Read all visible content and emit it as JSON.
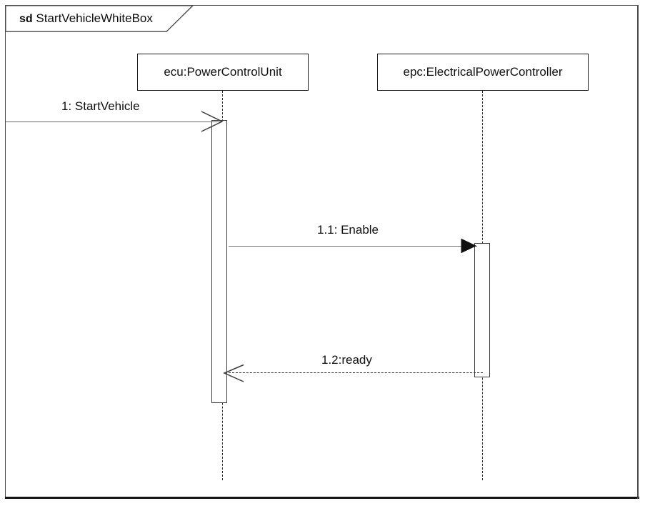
{
  "diagram": {
    "type": "uml-sequence-diagram",
    "frame": {
      "keyword": "sd",
      "name": "StartVehicleWhiteBox"
    },
    "lifelines": [
      {
        "id": "ecu",
        "label": "ecu:PowerControlUnit"
      },
      {
        "id": "epc",
        "label": "epc:ElectricalPowerController"
      }
    ],
    "messages": [
      {
        "id": "m1",
        "label": "1: StartVehicle",
        "sequence": "1",
        "name": "StartVehicle",
        "from": "frame-gate",
        "to": "ecu",
        "style": "solid",
        "arrowhead": "open",
        "direction": "right"
      },
      {
        "id": "m11",
        "label": "1.1: Enable",
        "sequence": "1.1",
        "name": "Enable",
        "from": "ecu",
        "to": "epc",
        "style": "solid",
        "arrowhead": "filled",
        "direction": "right"
      },
      {
        "id": "m12",
        "label": "1.2:ready",
        "sequence": "1.2",
        "name": "ready",
        "from": "epc",
        "to": "ecu",
        "style": "dashed",
        "arrowhead": "open",
        "direction": "left"
      }
    ],
    "colors": {
      "frame_border": "#4a4a4a",
      "box_border": "#1d1d1d",
      "lifeline": "#2b2b2b",
      "message_solid": "#6e6e6e",
      "message_dashed": "#3a3a3a",
      "text": "#101010",
      "background": "#ffffff"
    }
  }
}
